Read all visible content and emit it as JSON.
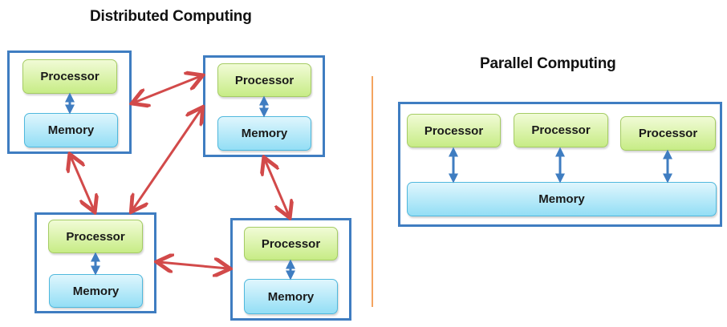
{
  "distributed": {
    "title": "Distributed Computing",
    "nodes": [
      {
        "processor_label": "Processor",
        "memory_label": "Memory"
      },
      {
        "processor_label": "Processor",
        "memory_label": "Memory"
      },
      {
        "processor_label": "Processor",
        "memory_label": "Memory"
      },
      {
        "processor_label": "Processor",
        "memory_label": "Memory"
      }
    ],
    "links": [
      {
        "from": "node-1",
        "to": "node-2"
      },
      {
        "from": "node-2",
        "to": "node-3"
      },
      {
        "from": "node-1",
        "to": "node-3"
      },
      {
        "from": "node-2",
        "to": "node-4"
      },
      {
        "from": "node-3",
        "to": "node-4"
      }
    ]
  },
  "parallel": {
    "title": "Parallel Computing",
    "processors": [
      {
        "label": "Processor"
      },
      {
        "label": "Processor"
      },
      {
        "label": "Processor"
      }
    ],
    "memory_label": "Memory"
  },
  "colors": {
    "box_border": "#3f7dc1",
    "processor_fill": "#c7ec86",
    "memory_fill": "#93def5",
    "network_arrow": "#d24a4a",
    "bus_arrow": "#3f7dc1",
    "divider": "#f4a460"
  }
}
